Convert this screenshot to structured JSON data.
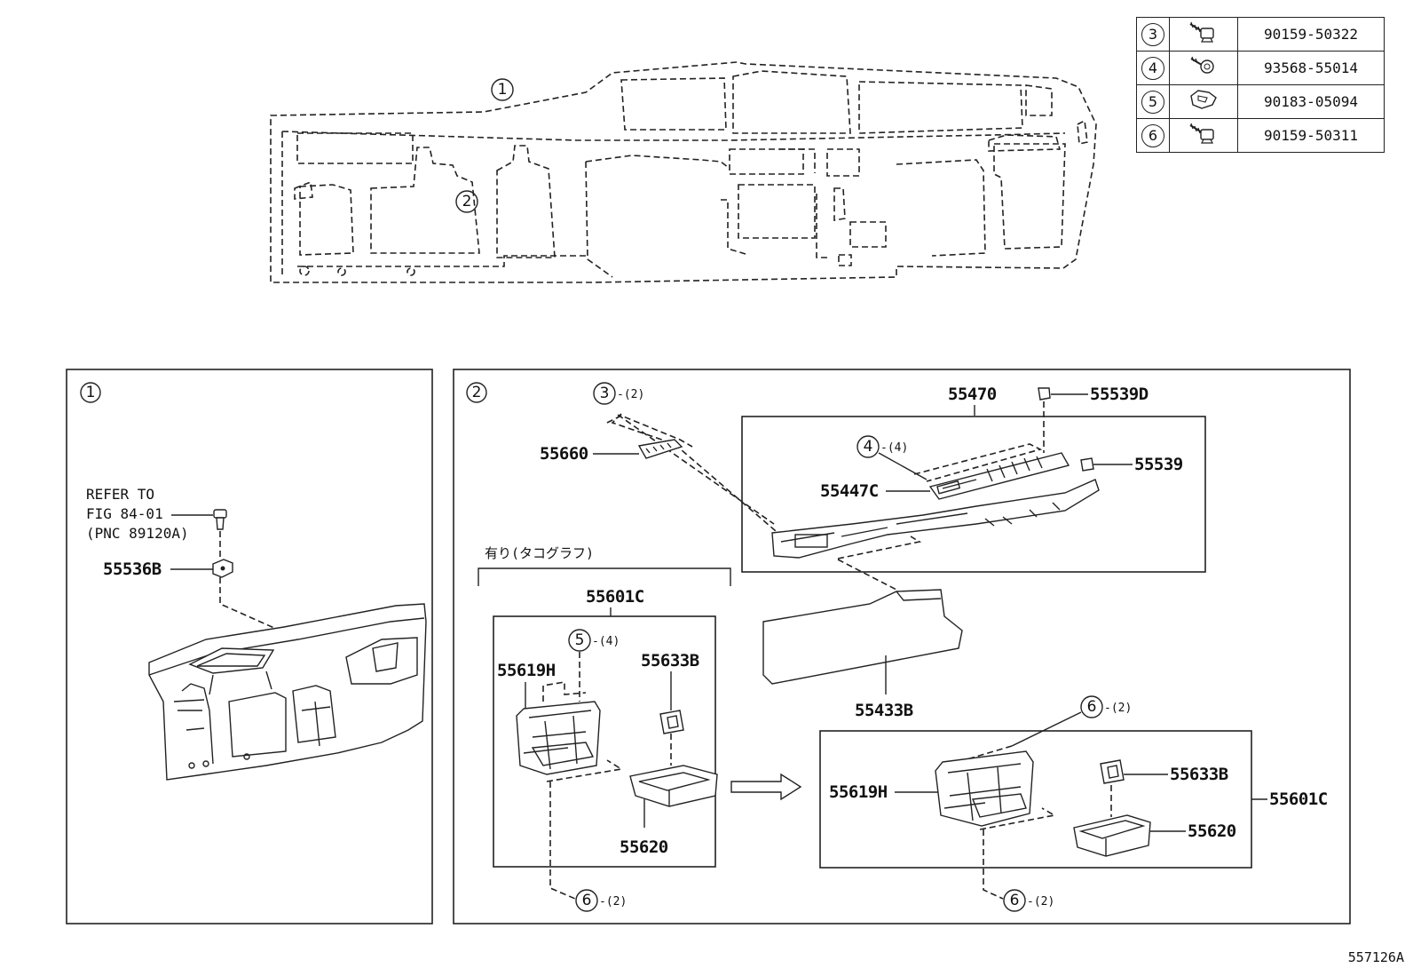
{
  "legend": [
    {
      "ref": "3",
      "icon": "screw-icon",
      "part_no": "90159-50322"
    },
    {
      "ref": "4",
      "icon": "screw-icon",
      "part_no": "93568-55014"
    },
    {
      "ref": "5",
      "icon": "clip-nut-icon",
      "part_no": "90183-05094"
    },
    {
      "ref": "6",
      "icon": "screw-icon",
      "part_no": "90159-50311"
    }
  ],
  "overview": {
    "callout_1": "1",
    "callout_2": "2"
  },
  "panel1": {
    "number": "1",
    "refer_line1": "REFER TO",
    "refer_line2": "FIG 84-01",
    "refer_line3": "(PNC 89120A)",
    "part_55536B": "55536B"
  },
  "panel2": {
    "number": "2",
    "callout_3": "3",
    "qty_3": "-(2)",
    "part_55660": "55660",
    "part_55470": "55470",
    "part_55539D": "55539D",
    "part_55539": "55539",
    "callout_4": "4",
    "qty_4": "-(4)",
    "part_55447C": "55447C",
    "option_label": "有り(タコグラフ)",
    "part_55601C_top": "55601C",
    "callout_5": "5",
    "qty_5": "-(4)",
    "part_55619H_left": "55619H",
    "part_55633B_left": "55633B",
    "part_55620_left": "55620",
    "callout_6_left": "6",
    "qty_6_left": "-(2)",
    "part_55433B": "55433B",
    "callout_6_right_top": "6",
    "qty_6_right_top": "-(2)",
    "part_55619H_right": "55619H",
    "part_55633B_right": "55633B",
    "part_55601C_right": "55601C",
    "part_55620_right": "55620",
    "callout_6_right_bottom": "6",
    "qty_6_right_bottom": "-(2)"
  },
  "figure_id": "557126A"
}
